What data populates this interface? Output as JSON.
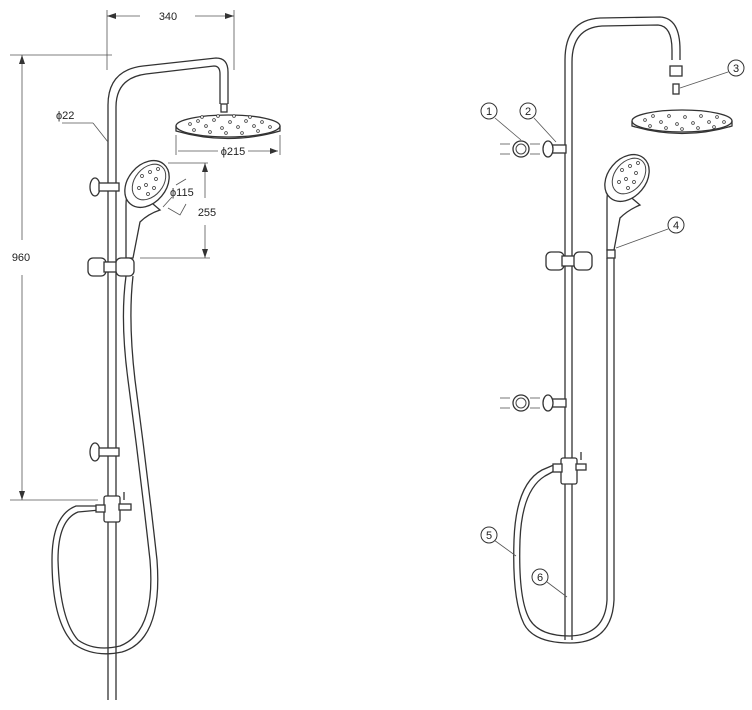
{
  "dimensions": {
    "width_label": "340",
    "height_label": "960",
    "pipe_diameter_label": "ϕ22",
    "head_diameter_label": "ϕ215",
    "hand_diameter_label": "ϕ115",
    "hand_offset_label": "255"
  },
  "callouts": [
    "1",
    "2",
    "3",
    "4",
    "5",
    "6"
  ],
  "colors": {
    "line": "#333333",
    "background": "#ffffff"
  }
}
